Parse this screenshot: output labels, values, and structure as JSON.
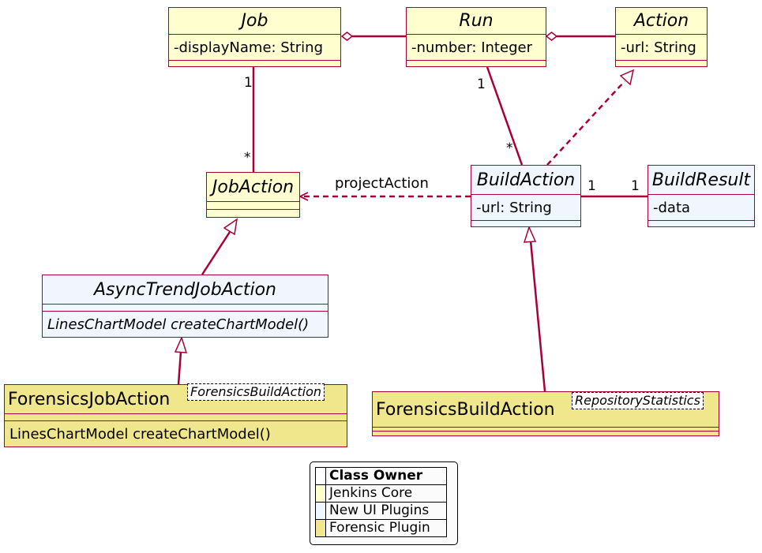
{
  "classes": {
    "job": {
      "name": "Job",
      "attr": "-displayName: String"
    },
    "run": {
      "name": "Run",
      "attr": "-number: Integer"
    },
    "action": {
      "name": "Action",
      "attr": "-url: String"
    },
    "job_action": {
      "name": "JobAction"
    },
    "build_action": {
      "name": "BuildAction",
      "attr": "-url: String"
    },
    "build_result": {
      "name": "BuildResult",
      "attr": "-data"
    },
    "async_trend": {
      "name": "AsyncTrendJobAction",
      "method": "LinesChartModel createChartModel()"
    },
    "forensics_job_action": {
      "name": "ForensicsJobAction",
      "type_param": "ForensicsBuildAction",
      "method": "LinesChartModel createChartModel()"
    },
    "forensics_build_action": {
      "name": "ForensicsBuildAction",
      "type_param": "RepositoryStatistics"
    }
  },
  "links": {
    "job_jobaction": {
      "from_mult": "1",
      "to_mult": "*"
    },
    "run_buildaction": {
      "from_mult": "1",
      "to_mult": "*"
    },
    "buildaction_buildresult": {
      "from_mult": "1",
      "to_mult": "1"
    },
    "project_action_label": "projectAction"
  },
  "legend": {
    "title": "Class Owner",
    "rows": [
      {
        "label": "Jenkins Core",
        "color": "#fefece"
      },
      {
        "label": "New UI Plugins",
        "color": "#f1f6fe"
      },
      {
        "label": "Forensic Plugin",
        "color": "#f0e68c"
      }
    ]
  },
  "colors": {
    "border": "#a80036",
    "core": "#fefece",
    "ui": "#f1f6fe",
    "forensic": "#f0e68c"
  }
}
